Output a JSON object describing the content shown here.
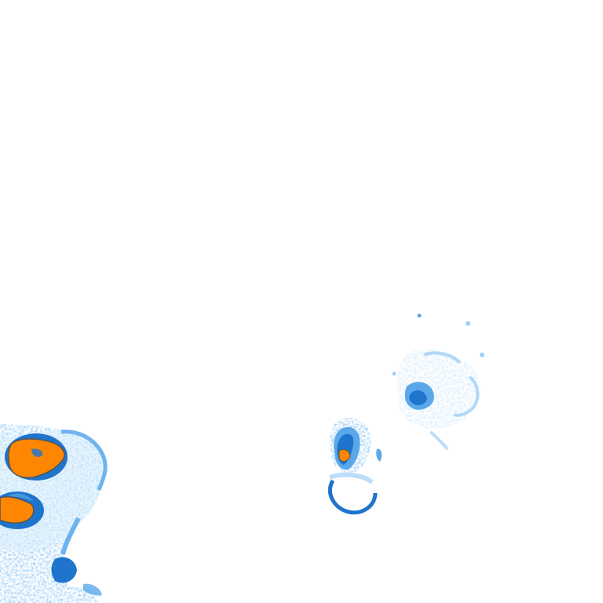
{
  "map": {
    "kind": "precipitation-radar-tile",
    "background_color": "#ffffff",
    "legend_colors": {
      "very_light": "#dbeefc",
      "light": "#9fd0f8",
      "moderate": "#5aa8ea",
      "heavy": "#1f74cc",
      "intense": "#ff8600",
      "edge": "#555555"
    },
    "cells": [
      {
        "id": "cell-west-upper",
        "intensity": "intense"
      },
      {
        "id": "cell-west-lower",
        "intensity": "intense"
      },
      {
        "id": "cell-central",
        "intensity": "intense"
      },
      {
        "id": "cell-northeast",
        "intensity": "heavy"
      }
    ]
  }
}
